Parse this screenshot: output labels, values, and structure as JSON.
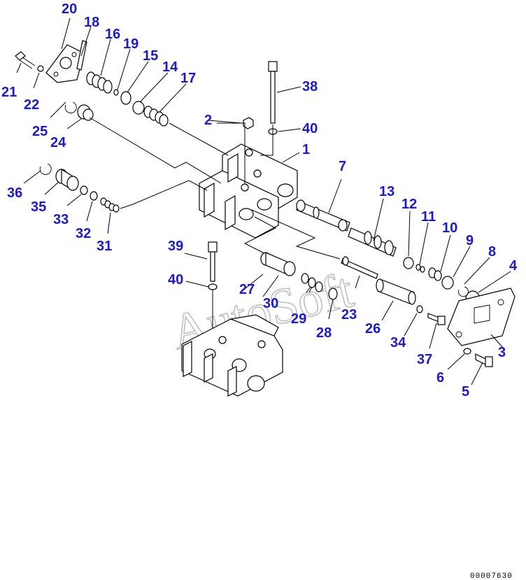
{
  "diagram": {
    "callouts": [
      {
        "id": "c1",
        "text": "1"
      },
      {
        "id": "c2",
        "text": "2"
      },
      {
        "id": "c3",
        "text": "3"
      },
      {
        "id": "c4",
        "text": "4"
      },
      {
        "id": "c5",
        "text": "5"
      },
      {
        "id": "c6",
        "text": "6"
      },
      {
        "id": "c7",
        "text": "7"
      },
      {
        "id": "c8",
        "text": "8"
      },
      {
        "id": "c9",
        "text": "9"
      },
      {
        "id": "c10",
        "text": "10"
      },
      {
        "id": "c11",
        "text": "11"
      },
      {
        "id": "c12",
        "text": "12"
      },
      {
        "id": "c13",
        "text": "13"
      },
      {
        "id": "c14",
        "text": "14"
      },
      {
        "id": "c15",
        "text": "15"
      },
      {
        "id": "c16",
        "text": "16"
      },
      {
        "id": "c17",
        "text": "17"
      },
      {
        "id": "c18",
        "text": "18"
      },
      {
        "id": "c19",
        "text": "19"
      },
      {
        "id": "c20",
        "text": "20"
      },
      {
        "id": "c21",
        "text": "21"
      },
      {
        "id": "c22",
        "text": "22"
      },
      {
        "id": "c23",
        "text": "23"
      },
      {
        "id": "c24",
        "text": "24"
      },
      {
        "id": "c25",
        "text": "25"
      },
      {
        "id": "c26",
        "text": "26"
      },
      {
        "id": "c27",
        "text": "27"
      },
      {
        "id": "c28",
        "text": "28"
      },
      {
        "id": "c29",
        "text": "29"
      },
      {
        "id": "c30",
        "text": "30"
      },
      {
        "id": "c31",
        "text": "31"
      },
      {
        "id": "c32",
        "text": "32"
      },
      {
        "id": "c33",
        "text": "33"
      },
      {
        "id": "c34",
        "text": "34"
      },
      {
        "id": "c35",
        "text": "35"
      },
      {
        "id": "c36",
        "text": "36"
      },
      {
        "id": "c37",
        "text": "37"
      },
      {
        "id": "c38",
        "text": "38"
      },
      {
        "id": "c39",
        "text": "39"
      },
      {
        "id": "c40a",
        "text": "40"
      },
      {
        "id": "c40b",
        "text": "40"
      }
    ],
    "watermark": "AutoSoft",
    "drawing_code": "00007630"
  },
  "colors": {
    "callout": "#1a1acc",
    "line": "#000000",
    "watermark": "#bdbdbd"
  }
}
